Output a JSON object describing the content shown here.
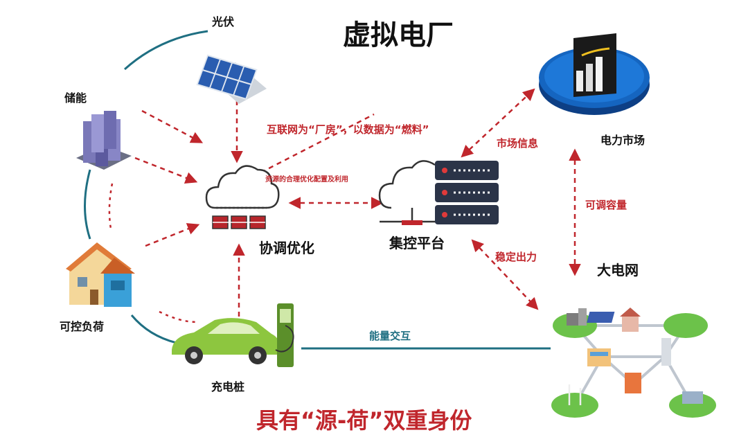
{
  "title": "虚拟电厂",
  "nodes": {
    "pv": "光伏",
    "storage": "储能",
    "load": "可控负荷",
    "charger": "充电桩",
    "coordination": "协调优化",
    "platform": "集控平台",
    "market": "电力市场",
    "grid": "大电网"
  },
  "annotations": {
    "internet_factory": "互联网为“厂房”，以数据为“燃料”",
    "resource_optimization": "资源的合理优化配置及利用",
    "market_info": "市场信息",
    "adjustable_capacity": "可调容量",
    "stable_output": "稳定出力",
    "energy_exchange": "能量交互"
  },
  "footer": "具有“源-荷”双重身份",
  "colors": {
    "accent_red": "#c0262c",
    "teal_line": "#1f6f82",
    "server_dark": "#2b3448",
    "market_blue": "#1565c0",
    "car_green": "#8dc63f"
  }
}
